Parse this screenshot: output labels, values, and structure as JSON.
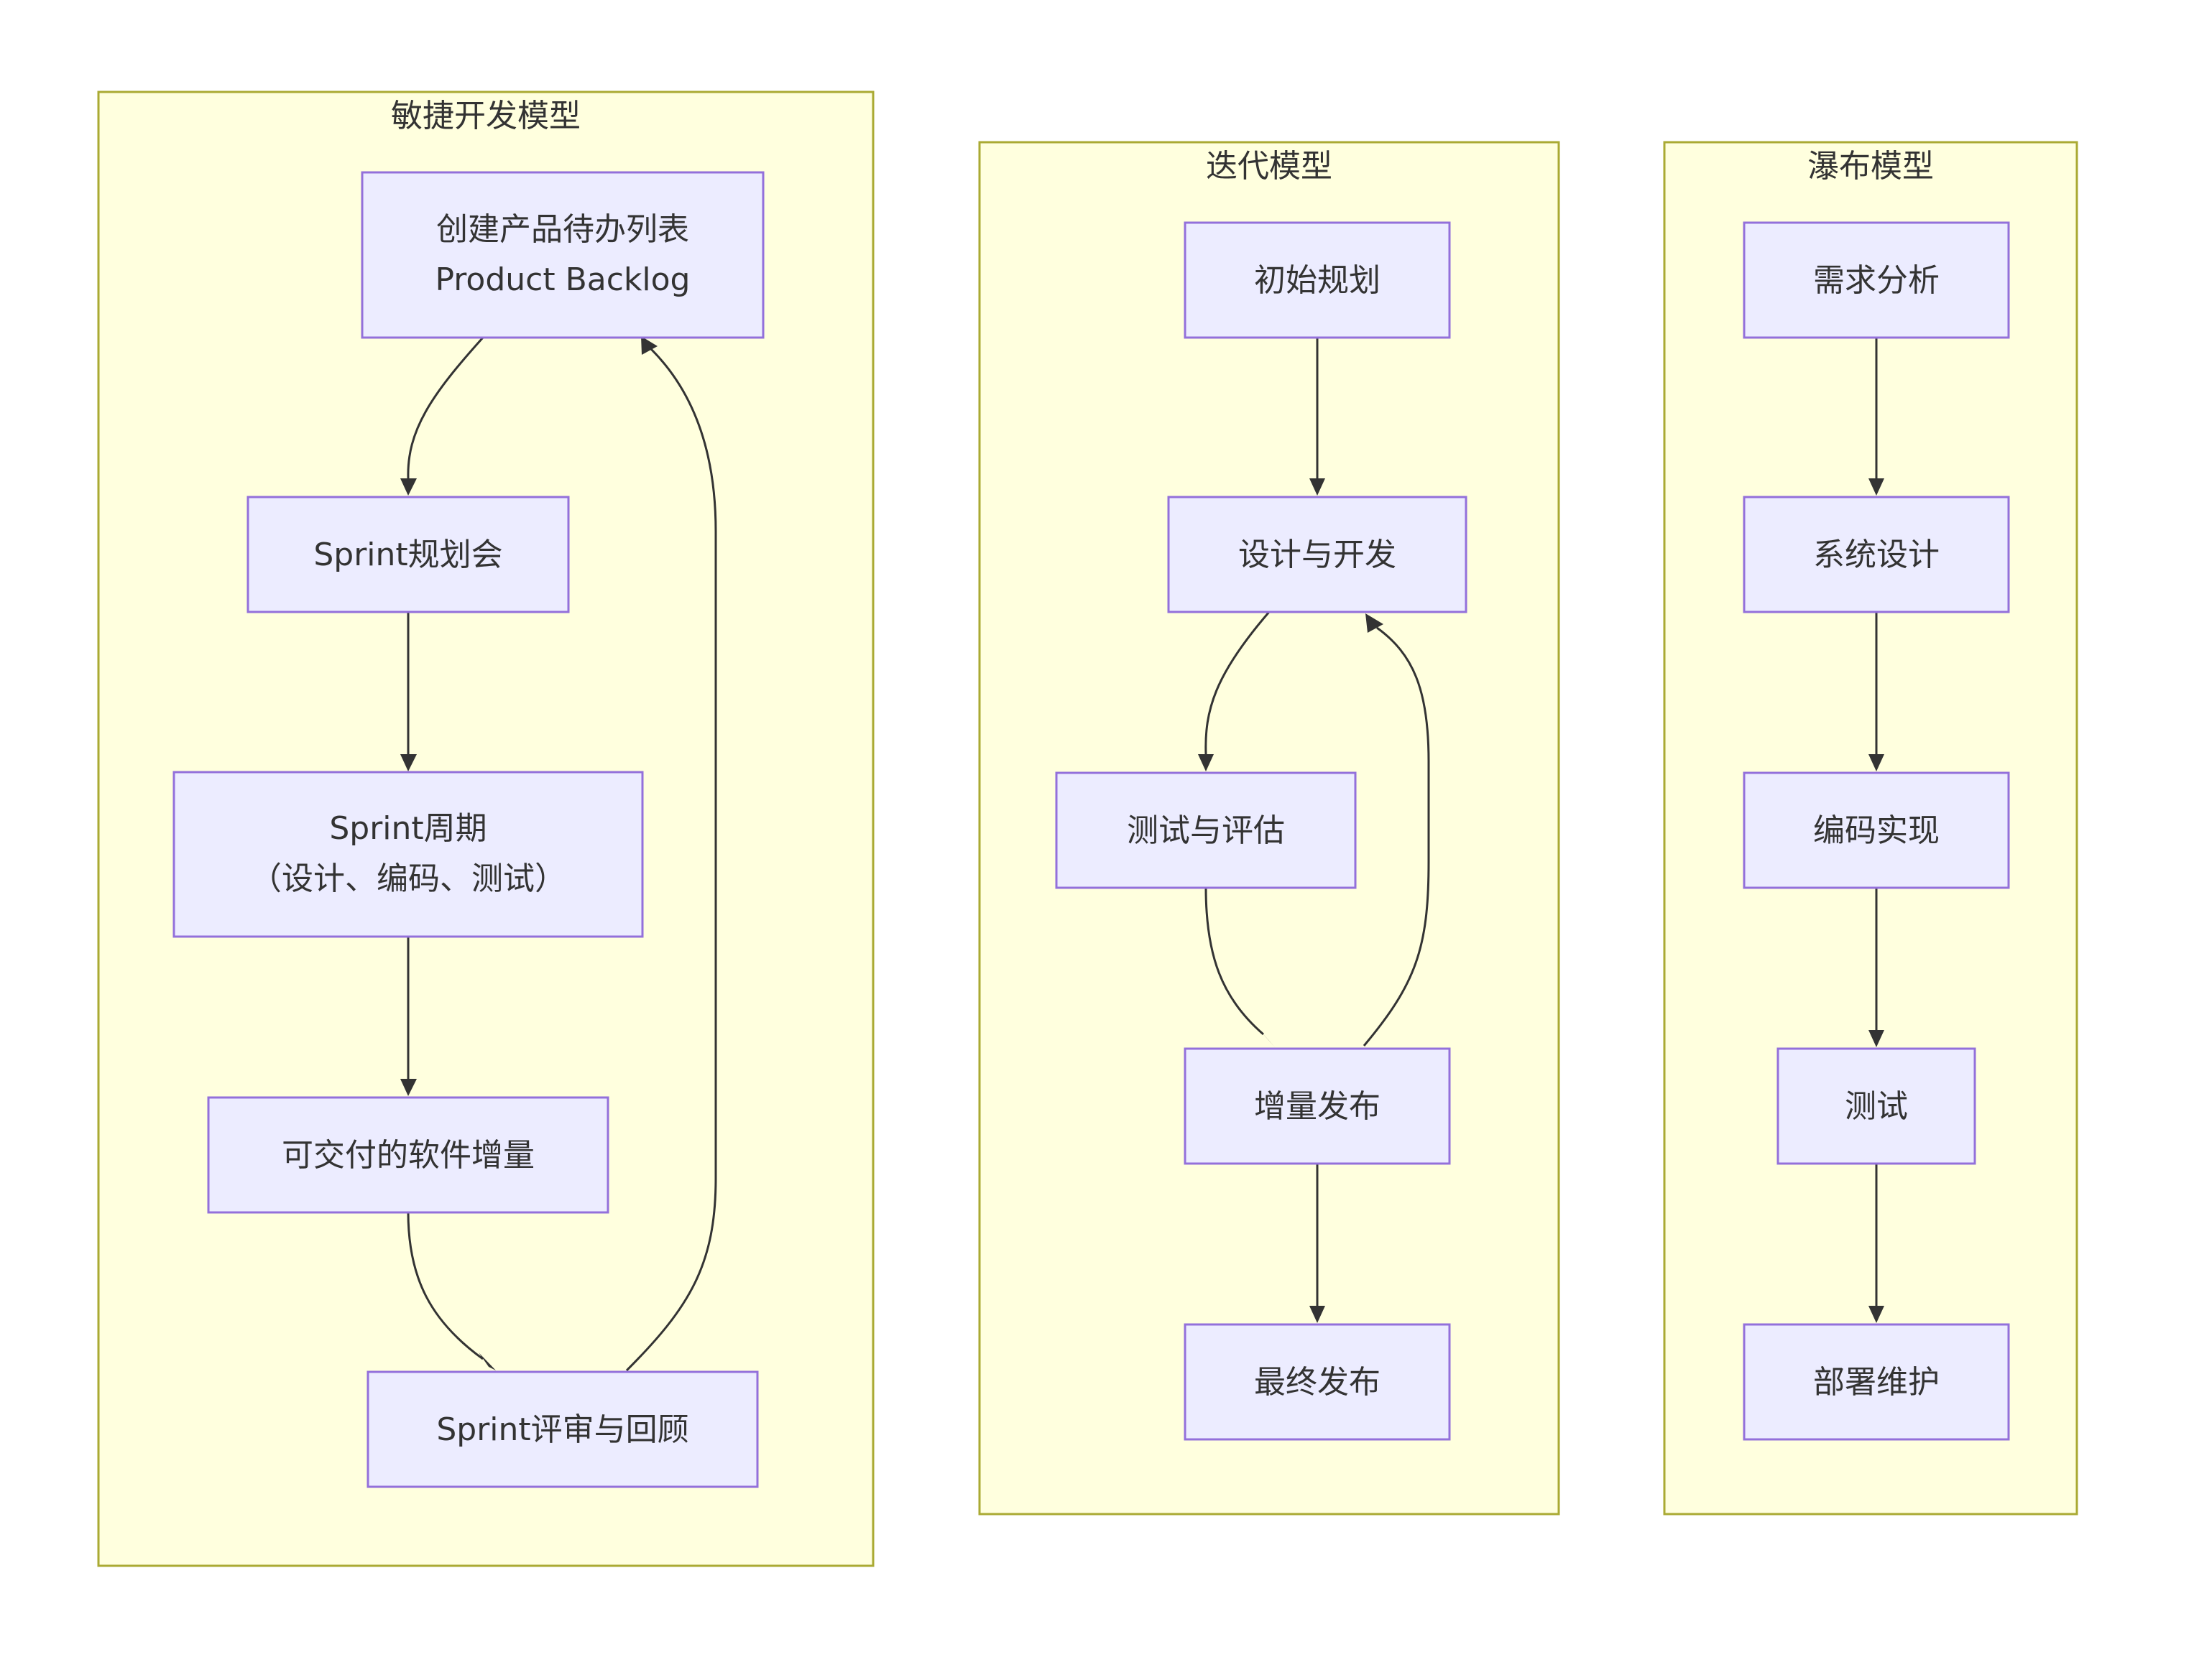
{
  "clusters": {
    "agile": {
      "title": "敏捷开发模型",
      "nodes": {
        "backlog": {
          "line1": "创建产品待办列表",
          "line2": "Product Backlog"
        },
        "planning": {
          "line1": "Sprint规划会"
        },
        "sprint": {
          "line1": "Sprint周期",
          "line2": "（设计、编码、测试）"
        },
        "increment": {
          "line1": "可交付的软件增量"
        },
        "review": {
          "line1": "Sprint评审与回顾"
        }
      }
    },
    "iterative": {
      "title": "迭代模型",
      "nodes": {
        "initial": {
          "line1": "初始规划"
        },
        "design": {
          "line1": "设计与开发"
        },
        "test": {
          "line1": "测试与评估"
        },
        "increment": {
          "line1": "增量发布"
        },
        "final": {
          "line1": "最终发布"
        }
      }
    },
    "waterfall": {
      "title": "瀑布模型",
      "nodes": {
        "requirements": {
          "line1": "需求分析"
        },
        "design": {
          "line1": "系统设计"
        },
        "coding": {
          "line1": "编码实现"
        },
        "testing": {
          "line1": "测试"
        },
        "deploy": {
          "line1": "部署维护"
        }
      }
    }
  },
  "colors": {
    "cluster_fill": "#ffffde",
    "cluster_stroke": "#aaaa33",
    "node_fill": "#ececff",
    "node_stroke": "#9370db",
    "edge": "#333333",
    "text": "#333333"
  }
}
